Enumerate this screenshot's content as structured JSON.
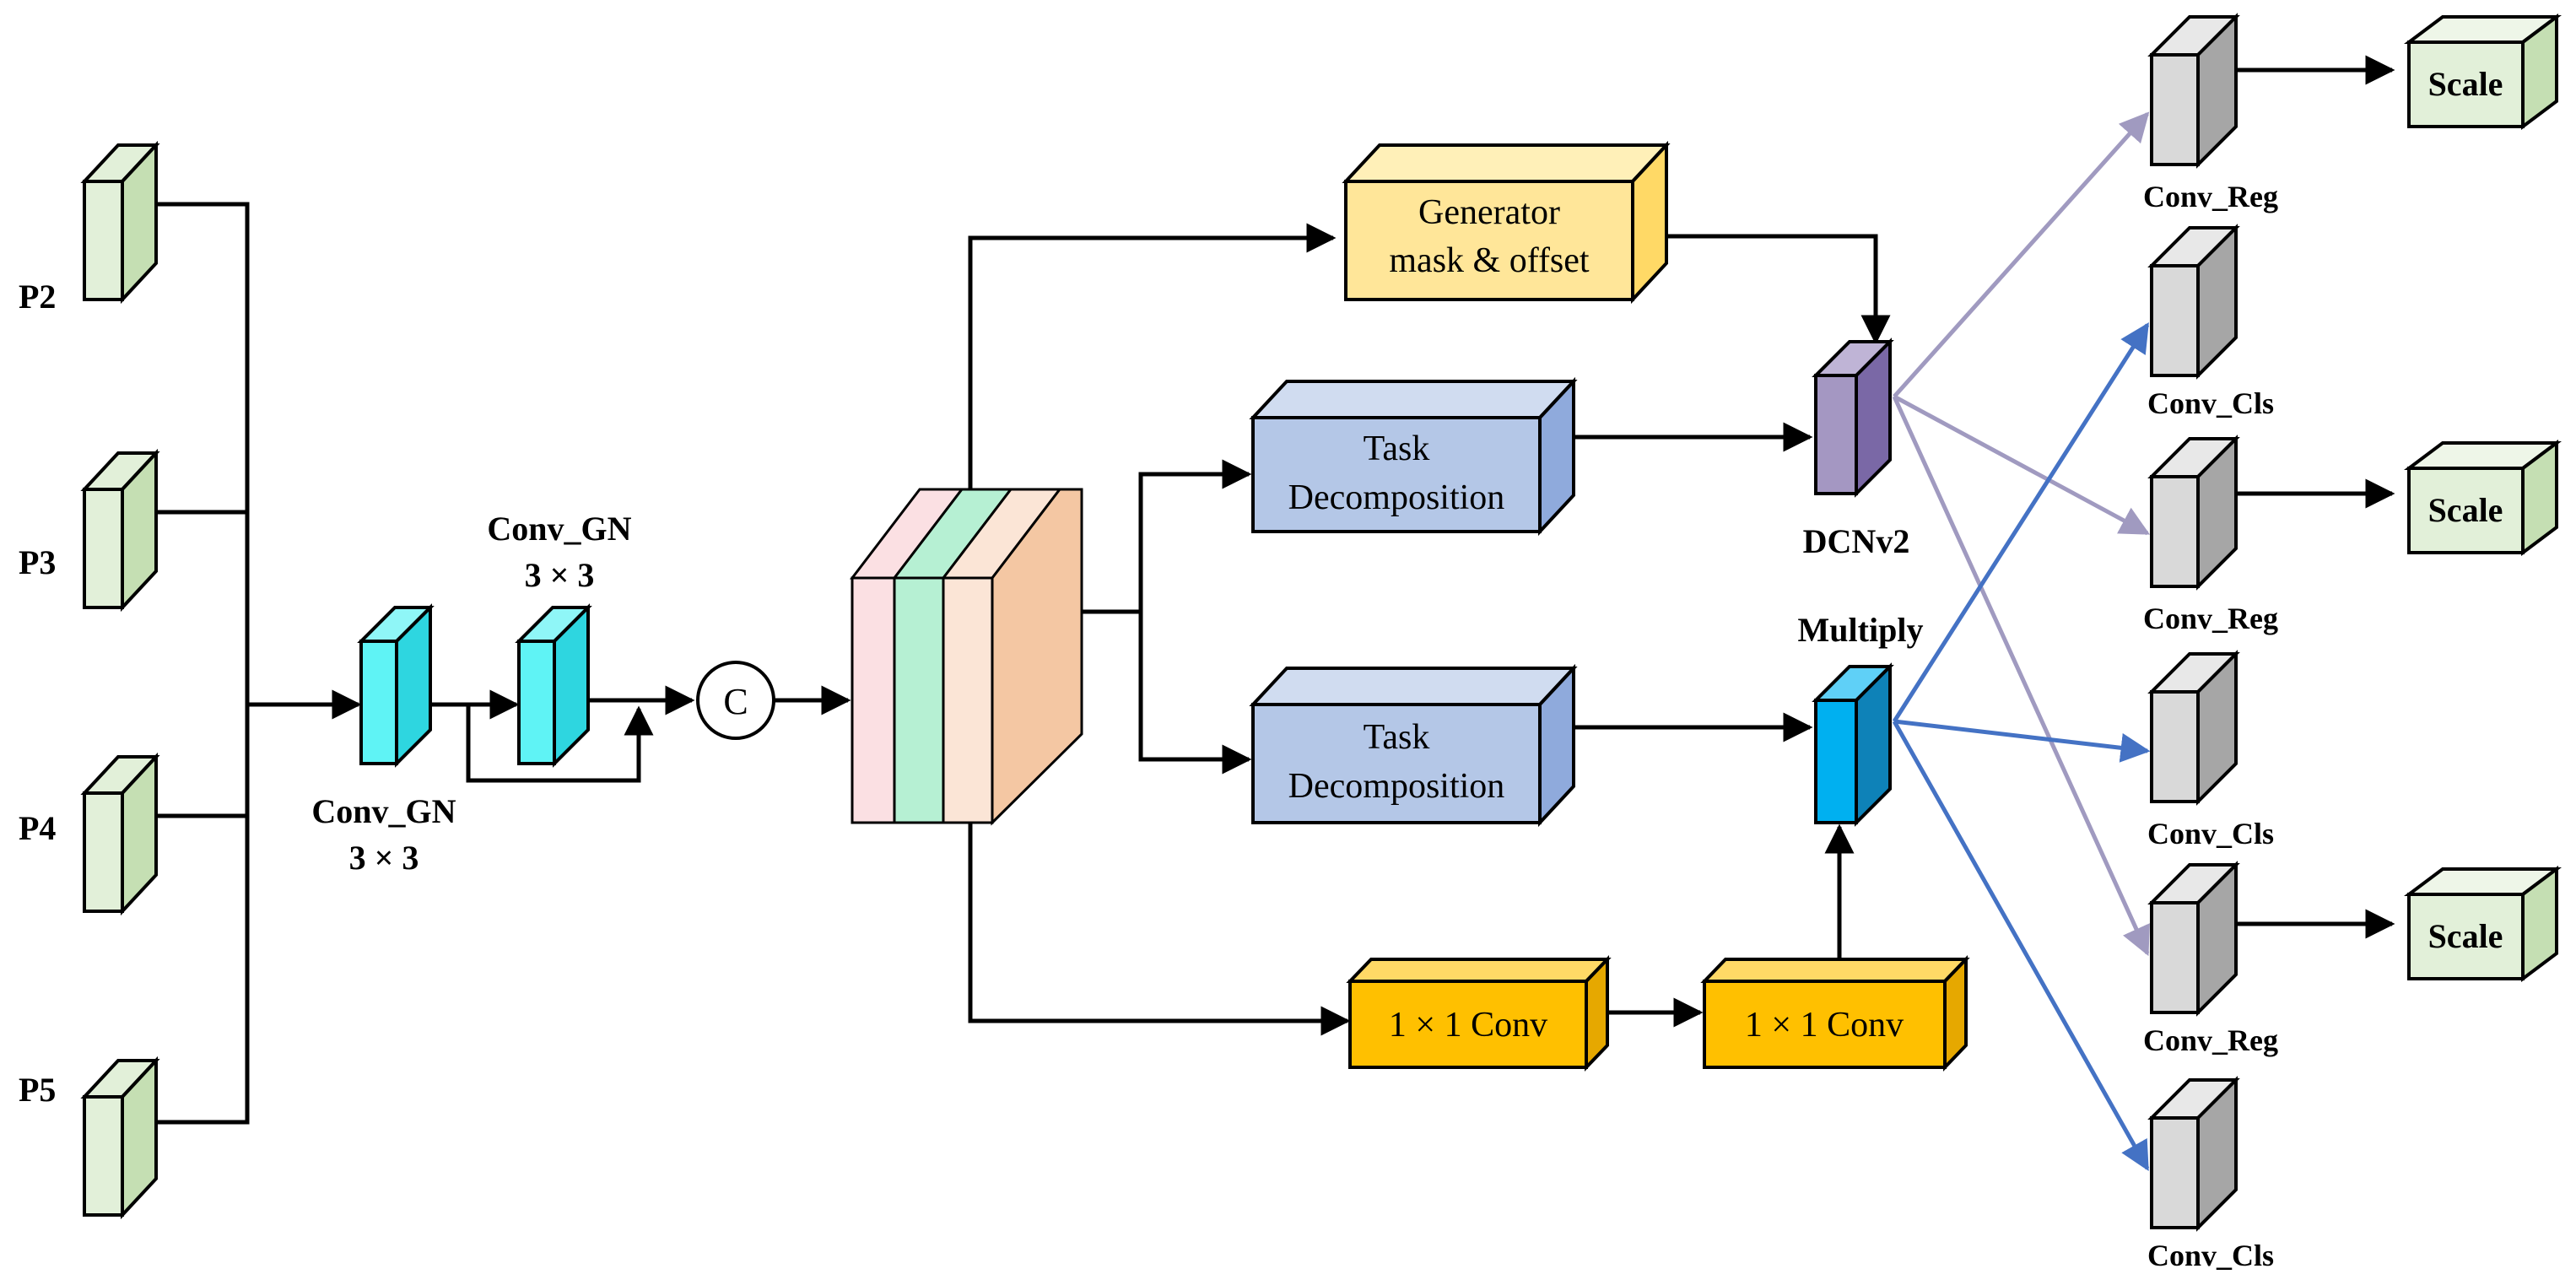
{
  "inputs": [
    {
      "label": "P2"
    },
    {
      "label": "P3"
    },
    {
      "label": "P4"
    },
    {
      "label": "P5"
    }
  ],
  "conv_gn_1": {
    "line1": "Conv_GN",
    "line2": "3 × 3"
  },
  "conv_gn_2": {
    "line1": "Conv_GN",
    "line2": "3 × 3"
  },
  "concat": {
    "label": "C"
  },
  "generator": {
    "line1": "Generator",
    "line2": "mask & offset"
  },
  "task_decomp_1": {
    "line1": "Task",
    "line2": "Decomposition"
  },
  "task_decomp_2": {
    "line1": "Task",
    "line2": "Decomposition"
  },
  "dcn": {
    "label": "DCNv2"
  },
  "multiply": {
    "label": "Multiply"
  },
  "conv1x1_a": {
    "label": "1 × 1 Conv"
  },
  "conv1x1_b": {
    "label": "1 × 1 Conv"
  },
  "outputs": [
    {
      "label": "Conv_Reg",
      "scale": "Scale"
    },
    {
      "label": "Conv_Cls"
    },
    {
      "label": "Conv_Reg",
      "scale": "Scale"
    },
    {
      "label": "Conv_Cls"
    },
    {
      "label": "Conv_Reg",
      "scale": "Scale"
    },
    {
      "label": "Conv_Cls"
    }
  ],
  "colors": {
    "input_block": "#e2f0d9",
    "conv_gn_block": "#5ff3f5",
    "generator_block": "#ffe699",
    "task_block": "#b4c7e7",
    "dcn_block": "#a497c2",
    "multiply_block": "#00b0f0",
    "conv1x1_block": "#ffc000",
    "output_block": "#d9d9d9",
    "scale_block": "#e2f0d9",
    "arrow_reg": "#a09ac0",
    "arrow_cls": "#4472c4"
  }
}
